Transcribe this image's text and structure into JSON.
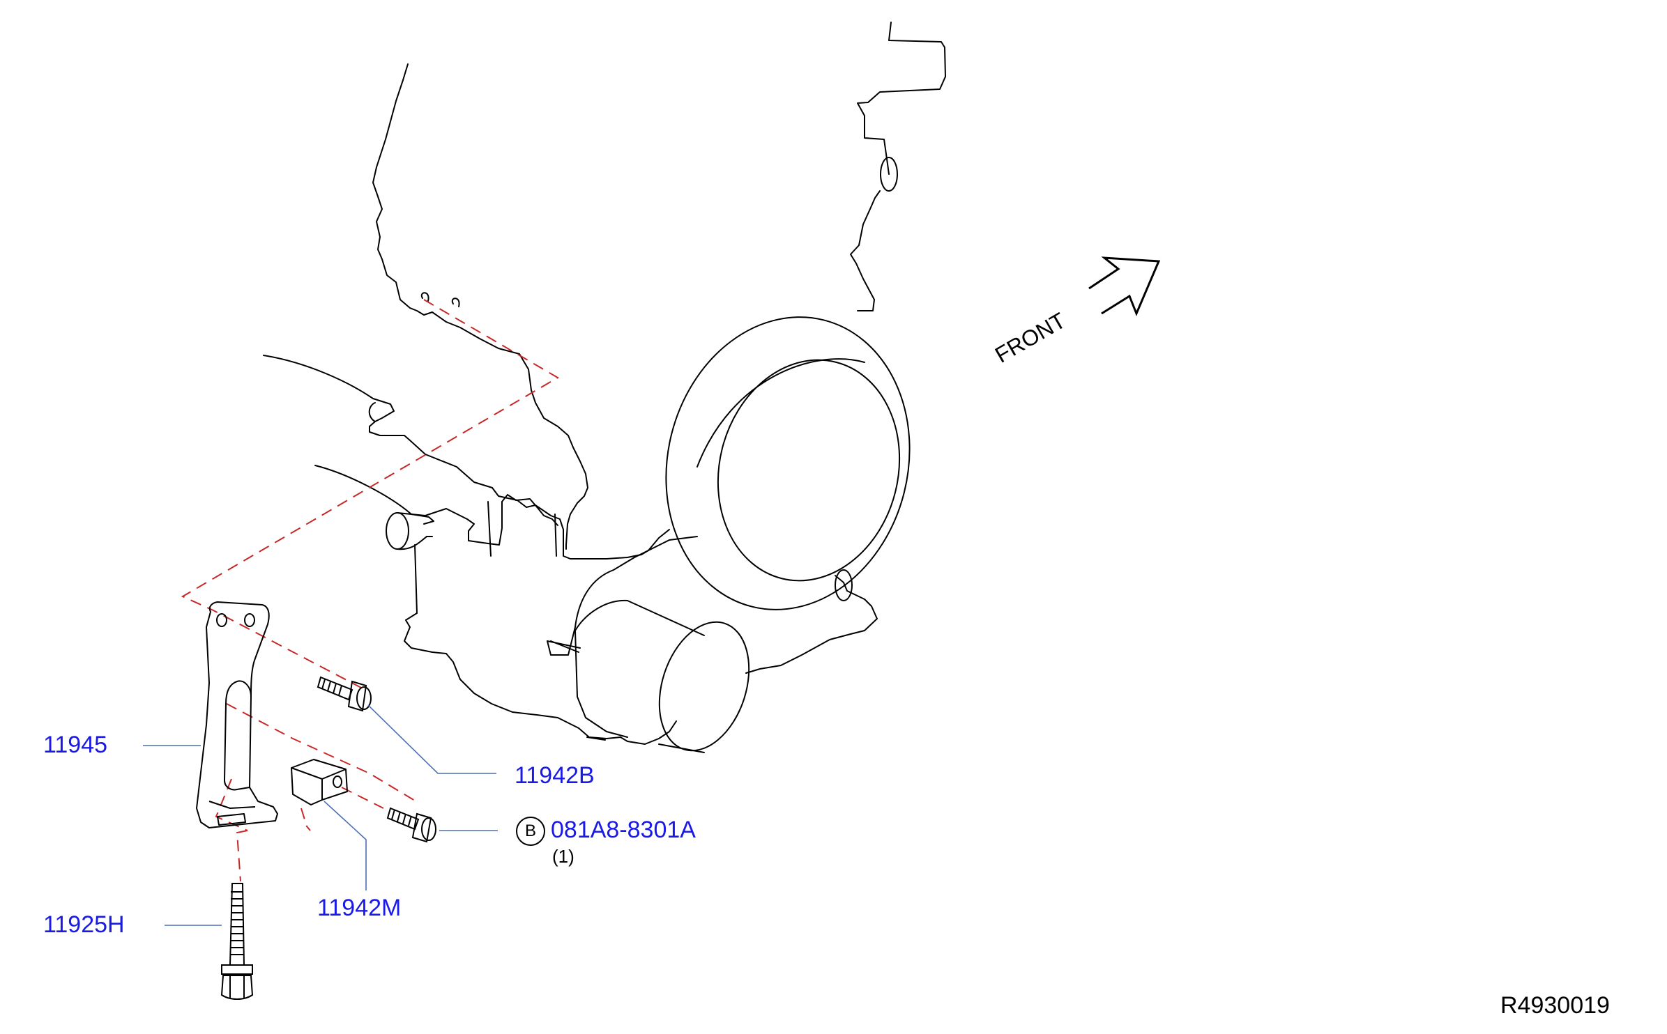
{
  "colors": {
    "label": "#1a1ae6",
    "leader": "#4a6fb3",
    "assembly": "#c62828",
    "outline": "#000000"
  },
  "parts": [
    {
      "id": "p11945",
      "label": "11945"
    },
    {
      "id": "p11942B",
      "label": "11942B"
    },
    {
      "id": "p081A8",
      "label": "081A8-8301A",
      "badge": "B",
      "qty": "(1)"
    },
    {
      "id": "p11942M",
      "label": "11942M"
    },
    {
      "id": "p11925H",
      "label": "11925H"
    }
  ],
  "direction": {
    "label": "FRONT",
    "icon": "front-arrow-icon"
  },
  "ref_code": "R4930019"
}
